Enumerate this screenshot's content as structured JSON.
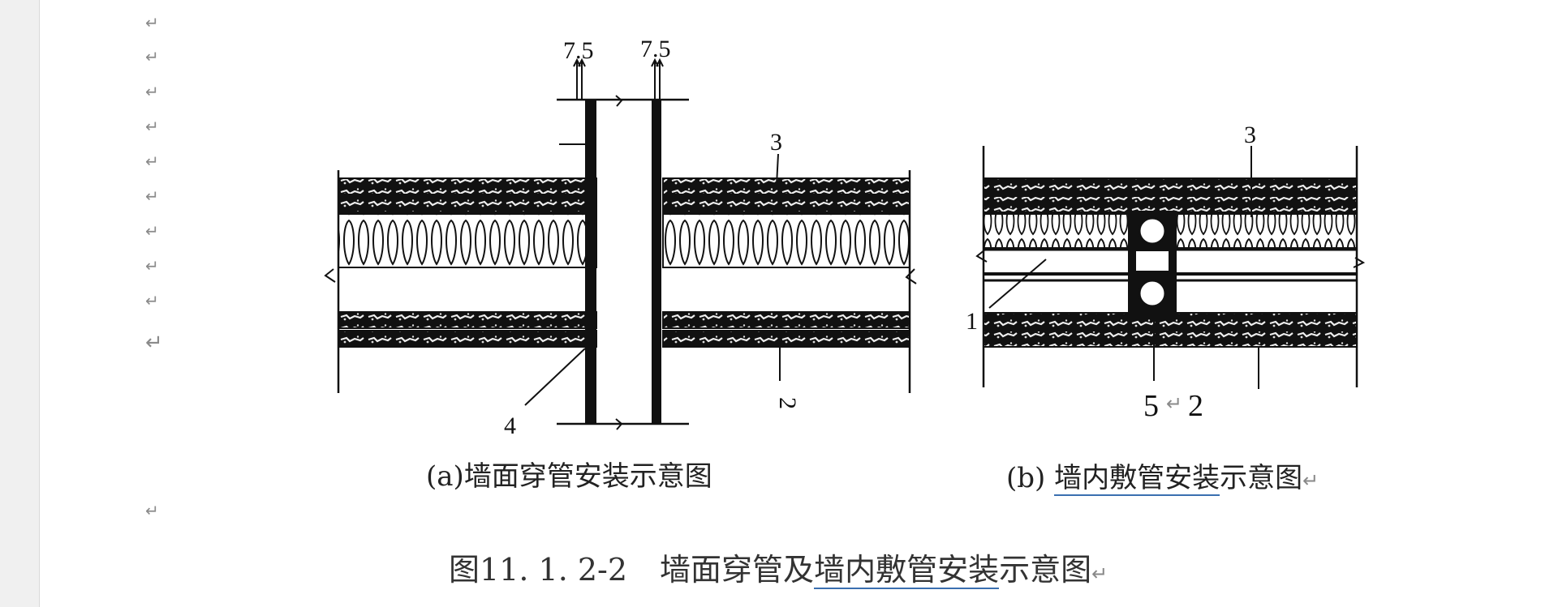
{
  "figure_a": {
    "labels": {
      "top_left": "7.5",
      "top_right": "7.5",
      "label_3": "3",
      "label_4": "4",
      "label_2": "2"
    },
    "caption_prefix": "(a)",
    "caption_text": "墙面穿管安装示意图"
  },
  "figure_b": {
    "labels": {
      "label_3": "3",
      "label_1": "1",
      "label_5": "5",
      "label_2": "2"
    },
    "caption_prefix": "(b) ",
    "caption_underlined": "墙内敷管安装",
    "caption_rest": "示意图"
  },
  "main_caption": {
    "number": "图11. 1. 2-2",
    "part1": "墙面穿管及",
    "underlined": "墙内敷管安装",
    "part2": "示意图"
  },
  "paragraph_mark": "↵"
}
